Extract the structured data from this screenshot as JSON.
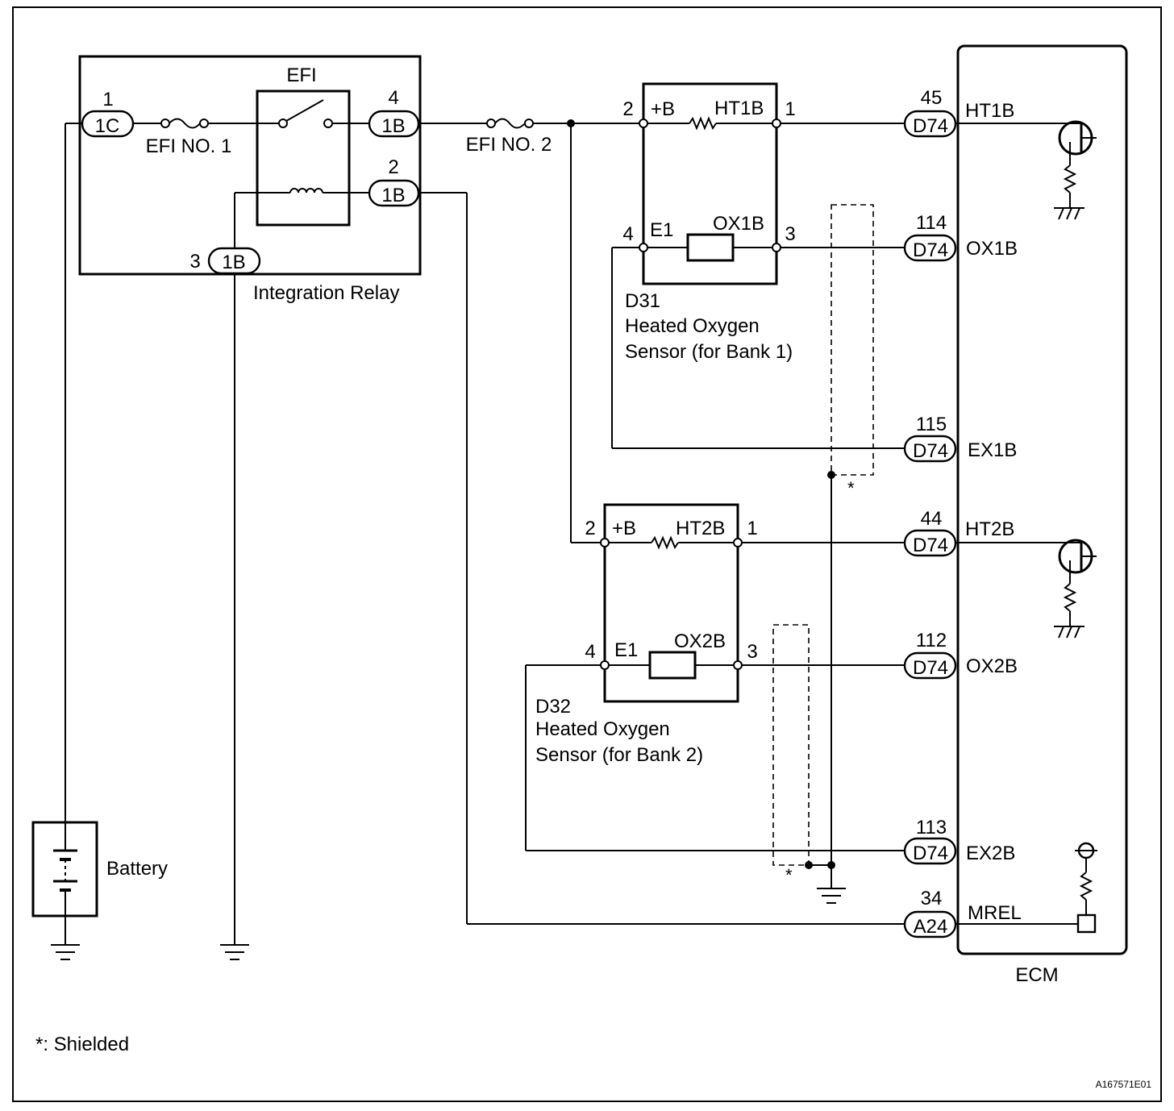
{
  "integration_relay": {
    "label": "Integration Relay",
    "relay_label": "EFI",
    "fuse1": "EFI NO. 1",
    "pins": [
      {
        "num": "1",
        "conn": "1C"
      },
      {
        "num": "4",
        "conn": "1B"
      },
      {
        "num": "2",
        "conn": "1B"
      },
      {
        "num": "3",
        "conn": "1B"
      }
    ]
  },
  "fuse2": "EFI NO. 2",
  "sensor1": {
    "id": "D31",
    "name_line1": "Heated Oxygen",
    "name_line2": "Sensor (for Bank 1)",
    "pin_2": "2",
    "pin_1": "1",
    "pin_4": "4",
    "pin_3": "3",
    "plus_b": "+B",
    "heater": "HT1B",
    "e1": "E1",
    "ox": "OX1B"
  },
  "sensor2": {
    "id": "D32",
    "name_line1": "Heated Oxygen",
    "name_line2": "Sensor (for Bank 2)",
    "pin_2": "2",
    "pin_1": "1",
    "pin_4": "4",
    "pin_3": "3",
    "plus_b": "+B",
    "heater": "HT2B",
    "e1": "E1",
    "ox": "OX2B"
  },
  "ecm": {
    "label": "ECM",
    "terminals": [
      {
        "num": "45",
        "conn": "D74",
        "name": "HT1B"
      },
      {
        "num": "114",
        "conn": "D74",
        "name": "OX1B"
      },
      {
        "num": "115",
        "conn": "D74",
        "name": "EX1B"
      },
      {
        "num": "44",
        "conn": "D74",
        "name": "HT2B"
      },
      {
        "num": "112",
        "conn": "D74",
        "name": "OX2B"
      },
      {
        "num": "113",
        "conn": "D74",
        "name": "EX2B"
      },
      {
        "num": "34",
        "conn": "A24",
        "name": "MREL"
      }
    ]
  },
  "battery_label": "Battery",
  "shield_mark": "*",
  "shield_mark_2": "*",
  "legend": "*: Shielded",
  "figure_code": "A167571E01"
}
